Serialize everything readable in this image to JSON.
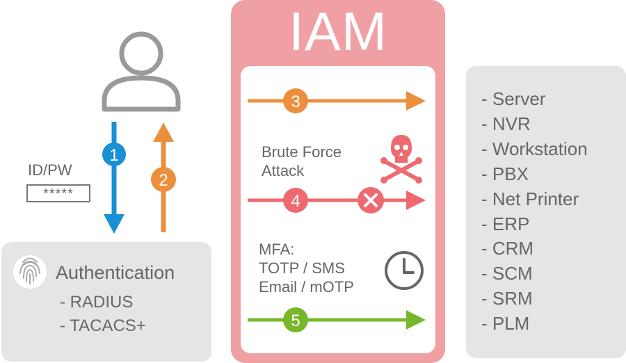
{
  "iam": {
    "title": "IAM"
  },
  "login": {
    "id_label": "ID/PW",
    "password_mask": "*****"
  },
  "authentication": {
    "title": "Authentication",
    "items": [
      "- RADIUS",
      "- TACACS+"
    ]
  },
  "steps": [
    "1",
    "2",
    "3",
    "4",
    "5"
  ],
  "brute_force": {
    "lines": [
      "Brute Force",
      "Attack"
    ]
  },
  "mfa": {
    "lines": [
      "MFA:",
      "TOTP / SMS",
      "Email / mOTP"
    ]
  },
  "targets": [
    "- Server",
    "- NVR",
    "- Workstation",
    "- PBX",
    "- Net Printer",
    "- ERP",
    "- CRM",
    "- SCM",
    "- SRM",
    "- PLM"
  ],
  "colors": {
    "blue": "#1a8fd6",
    "orange": "#ec8f3c",
    "red": "#ee6970",
    "green": "#77b82a",
    "gray": "#9a9a9a",
    "iam_pink": "#f0a0a3"
  },
  "icons": {
    "user": "user-icon",
    "fingerprint": "fingerprint-icon",
    "skull": "skull-crossbones-icon",
    "clock": "clock-icon",
    "blocked": "x-circle-icon"
  }
}
